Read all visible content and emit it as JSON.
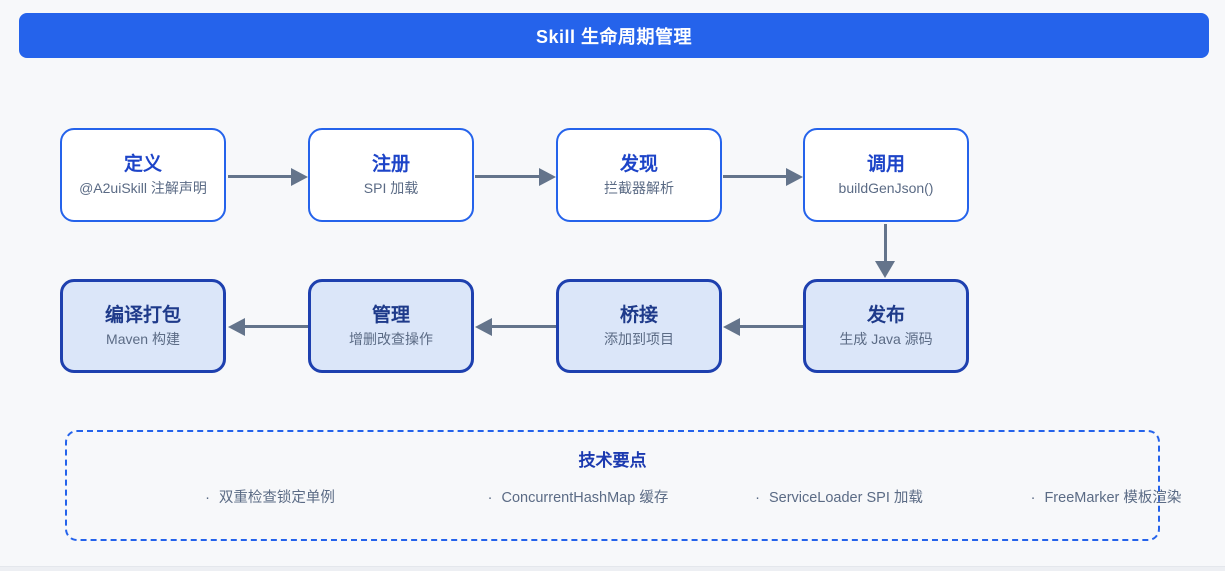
{
  "banner": {
    "title": "Skill 生命周期管理"
  },
  "colors": {
    "banner_blue": "#2563eb",
    "node_border_blue": "#2563eb",
    "node_border_navy": "#1e40af",
    "node_fill_light_blue": "#dbe6f9",
    "title_blue": "#1d44c8",
    "title_navy": "#1e3a8a",
    "subtitle_gray": "#5b6b85",
    "arrow_gray": "#64748b",
    "background": "#f7f8fa"
  },
  "flow": {
    "row1": [
      {
        "title": "定义",
        "subtitle": "@A2uiSkill 注解声明"
      },
      {
        "title": "注册",
        "subtitle": "SPI 加载"
      },
      {
        "title": "发现",
        "subtitle": "拦截器解析"
      },
      {
        "title": "调用",
        "subtitle": "buildGenJson()"
      }
    ],
    "row2": [
      {
        "title": "编译打包",
        "subtitle": "Maven 构建"
      },
      {
        "title": "管理",
        "subtitle": "增删改查操作"
      },
      {
        "title": "桥接",
        "subtitle": "添加到项目"
      },
      {
        "title": "发布",
        "subtitle": "生成 Java 源码"
      }
    ]
  },
  "tech_points": {
    "title": "技术要点",
    "bullet": "·",
    "items": [
      "双重检查锁定单例",
      "ConcurrentHashMap 缓存",
      "ServiceLoader SPI 加载",
      "FreeMarker 模板渲染"
    ]
  }
}
